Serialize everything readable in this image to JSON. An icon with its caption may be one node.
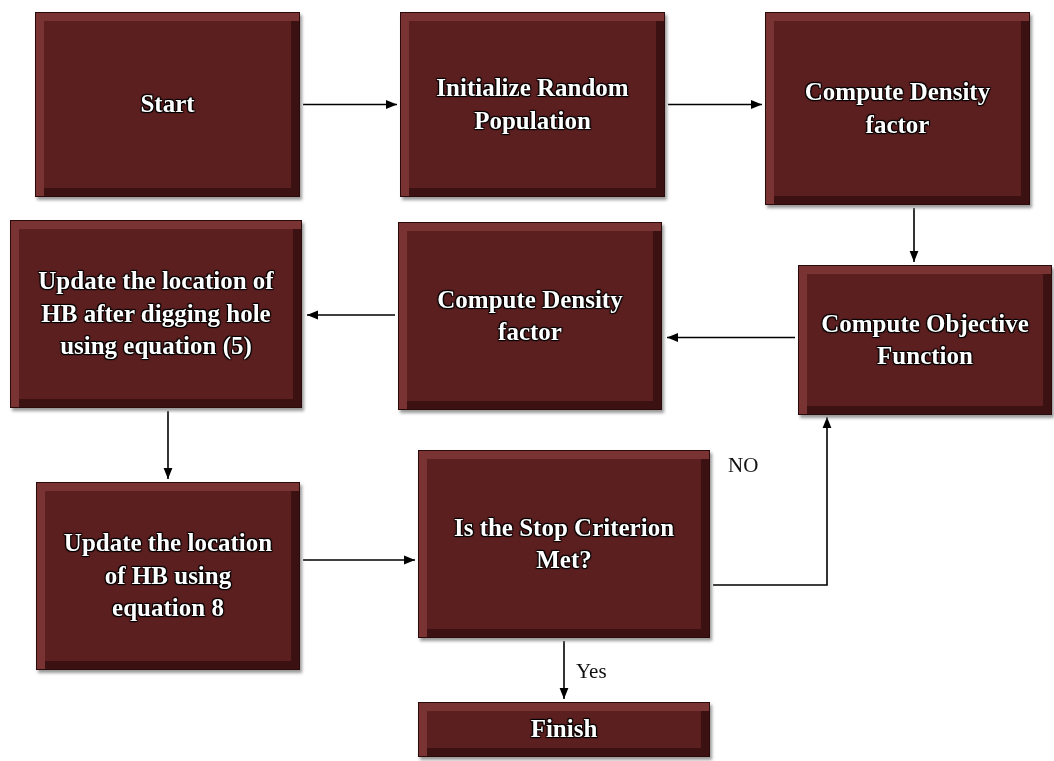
{
  "diagram": {
    "nodes": [
      {
        "text": [
          "Start"
        ]
      },
      {
        "text": [
          "Initialize Random Population"
        ]
      },
      {
        "text": [
          "Compute Density factor"
        ]
      },
      {
        "text": [
          "Update the location of HB after digging hole using equation (5)"
        ]
      },
      {
        "text": [
          "Compute Density factor"
        ]
      },
      {
        "text": [
          "Compute Objective Function"
        ]
      },
      {
        "text": [
          "Update the location of HB using equation 8"
        ]
      },
      {
        "text": [
          "Is the Stop Criterion Met?"
        ]
      },
      {
        "text": [
          "Finish"
        ]
      }
    ],
    "edges": [
      {
        "from": 0,
        "to": 1,
        "arrow": "to"
      },
      {
        "from": 1,
        "to": 2,
        "arrow": "to"
      },
      {
        "from": 2,
        "to": 5,
        "arrow": "to"
      },
      {
        "from": 5,
        "to": 4,
        "arrow": "to"
      },
      {
        "from": 4,
        "to": 3,
        "arrow": "to"
      },
      {
        "from": 3,
        "to": 6,
        "arrow": "to"
      },
      {
        "from": 6,
        "to": 7,
        "arrow": "to"
      },
      {
        "from": 7,
        "to": 5,
        "arrow": "to",
        "label": "NO"
      },
      {
        "from": 7,
        "to": 8,
        "arrow": "to",
        "label": "Yes"
      }
    ]
  }
}
